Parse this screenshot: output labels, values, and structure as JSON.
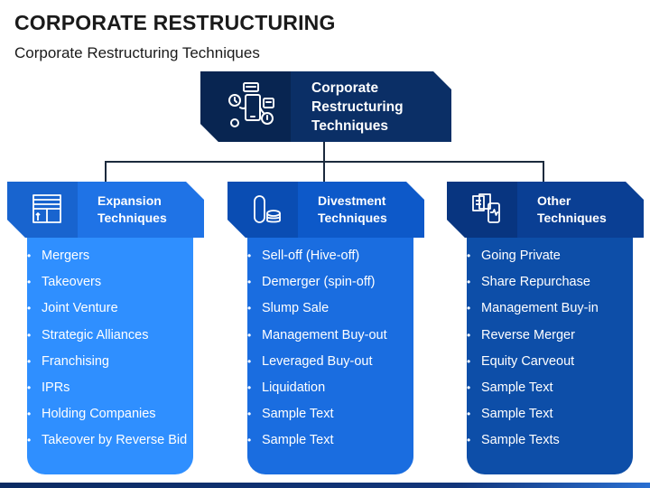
{
  "title": "CORPORATE RESTRUCTURING",
  "subtitle": "Corporate Restructuring Techniques",
  "center": {
    "label_lines": [
      "Corporate",
      "Restructuring",
      "Techniques"
    ],
    "icon": "digital-devices-icon",
    "color": "#0b2f66"
  },
  "categories": [
    {
      "label_lines": [
        "Expansion",
        "Techniques"
      ],
      "icon": "blinds-window-icon",
      "head_color": "#1f73e6",
      "body_color": "#2f8fff",
      "items": [
        "Mergers",
        "Takeovers",
        "Joint Venture",
        "Strategic Alliances",
        "Franchising",
        "IPRs",
        "Holding Companies",
        "Takeover by Reverse Bid"
      ]
    },
    {
      "label_lines": [
        "Divestment",
        "Techniques"
      ],
      "icon": "coins-stack-icon",
      "head_color": "#0d59c9",
      "body_color": "#1a6de0",
      "items": [
        "Sell-off (Hive-off)",
        "Demerger (spin-off)",
        "Slump Sale",
        "Management Buy-out",
        "Leveraged Buy-out",
        "Liquidation",
        "Sample Text",
        "Sample Text"
      ]
    },
    {
      "label_lines": [
        "Other",
        "Techniques"
      ],
      "icon": "documents-phone-icon",
      "head_color": "#0a3f94",
      "body_color": "#0d4ea8",
      "items": [
        "Going Private",
        "Share Repurchase",
        "Management Buy-in",
        "Reverse Merger",
        "Equity Carveout",
        "Sample Text",
        "Sample Text",
        "Sample Texts"
      ]
    }
  ]
}
